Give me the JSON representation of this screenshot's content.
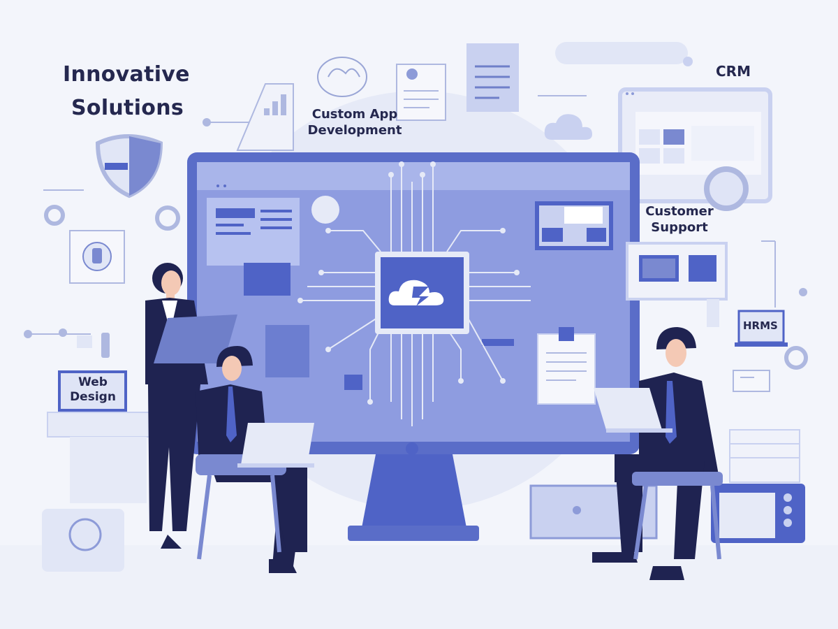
{
  "headline": {
    "line1": "Innovative",
    "line2": "Solutions"
  },
  "labels": {
    "custom_app_line1": "Custom App",
    "custom_app_line2": "Development",
    "crm": "CRM",
    "customer_support_line1": "Customer",
    "customer_support_line2": "Support",
    "hrms": "HRMS",
    "web_design_line1": "Web",
    "web_design_line2": "Design"
  },
  "colors": {
    "background": "#f3f5fb",
    "accent": "#4f63c6",
    "navy": "#25284f",
    "light": "#c9d1f0"
  },
  "icons": [
    "cloud-logo-icon",
    "shield-icon",
    "gear-icon",
    "document-icon",
    "chat-icon",
    "clipboard-icon",
    "lightbulb-icon"
  ]
}
